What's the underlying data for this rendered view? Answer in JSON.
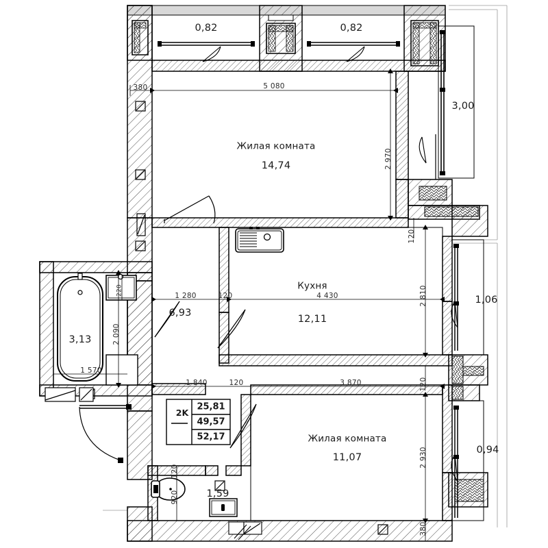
{
  "plan": {
    "type": "apartment-floor-plan",
    "language": "ru",
    "apartment_type": "2K",
    "units": {
      "areas": "m2",
      "dimensions": "mm"
    }
  },
  "summary_table": {
    "type_label": "2K",
    "living_area": "25,81",
    "area_without_balcony": "49,57",
    "total_area": "52,17"
  },
  "rooms": [
    {
      "id": "living-room-1",
      "name": "Жилая комната",
      "area": "14,74"
    },
    {
      "id": "kitchen",
      "name": "Кухня",
      "area": "12,11"
    },
    {
      "id": "living-room-2",
      "name": "Жилая комната",
      "area": "11,07"
    },
    {
      "id": "hallway",
      "name": "",
      "area": "6,93"
    },
    {
      "id": "bathroom",
      "name": "",
      "area": "3,13"
    },
    {
      "id": "wc",
      "name": "",
      "area": "1,59"
    }
  ],
  "balconies": [
    {
      "id": "balcony-top-left",
      "area": "0,82"
    },
    {
      "id": "balcony-top-right",
      "area": "0,82"
    },
    {
      "id": "balcony-right-main",
      "area": "3,00"
    },
    {
      "id": "balcony-right-mid",
      "area": "1,06"
    },
    {
      "id": "balcony-right-low",
      "area": "0,94"
    }
  ],
  "dimensions": {
    "living_room_1_width": "5 080",
    "living_room_1_height": "2 970",
    "left_wall_thickness": "380",
    "kitchen_width": "4 430",
    "kitchen_height": "2 810",
    "wall_120_kitchen_top": "120",
    "wall_120_kitchen_right": "120",
    "hallway_width_left": "1 280",
    "hallway_wall_120_top": "120",
    "hallway_width_bottom": "1 840",
    "hallway_wall_120_bottom": "120",
    "living_room_2_width": "3 870",
    "living_room_2_height": "2 930",
    "bottom_wall_thickness": "380",
    "bathroom_height": "2 090",
    "bathroom_width": "1 570",
    "wc_width": "920",
    "wc_wall_120": "120",
    "bathroom_small_220": "220"
  },
  "colors": {
    "line": "#000000",
    "hatch": "#3b3b3b",
    "text": "#1a1a1a",
    "dim_text": "#2b2b2b",
    "light_line": "#9a9a9a"
  }
}
